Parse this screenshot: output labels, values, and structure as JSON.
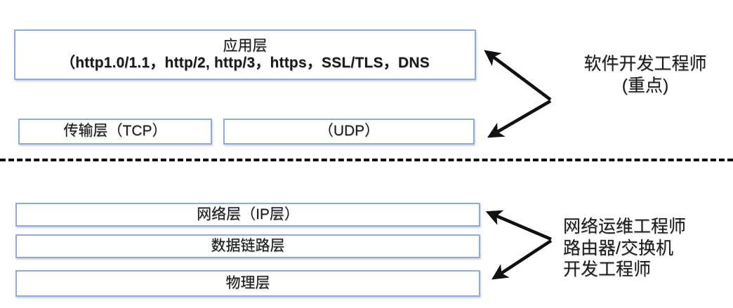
{
  "diagram": {
    "title": "TCP/IP network layer model",
    "accent_border_color": "#8faadc",
    "text_color": "#1a1a1a",
    "divider_color": "#111111"
  },
  "upper_stack": {
    "application": {
      "line1": "应用层",
      "line2": "（http1.0/1.1，http/2, http/3，https，SSL/TLS，DNS"
    },
    "transport_tcp": {
      "label": "传输层（TCP）"
    },
    "transport_udp": {
      "label": "（UDP）"
    }
  },
  "lower_stack": {
    "network": {
      "label": "网络层（IP层）"
    },
    "datalink": {
      "label": "数据链路层"
    },
    "physical": {
      "label": "物理层"
    }
  },
  "annotations": {
    "top": {
      "line1": "软件开发工程师",
      "line2": "(重点)"
    },
    "bottom": {
      "line1": "网络运维工程师",
      "line2": "路由器/交换机",
      "line3": "开发工程师"
    }
  },
  "arrows": {
    "top_group_name": "double-arrow-to-application-and-transport",
    "bottom_group_name": "double-arrow-to-network-and-physical"
  }
}
